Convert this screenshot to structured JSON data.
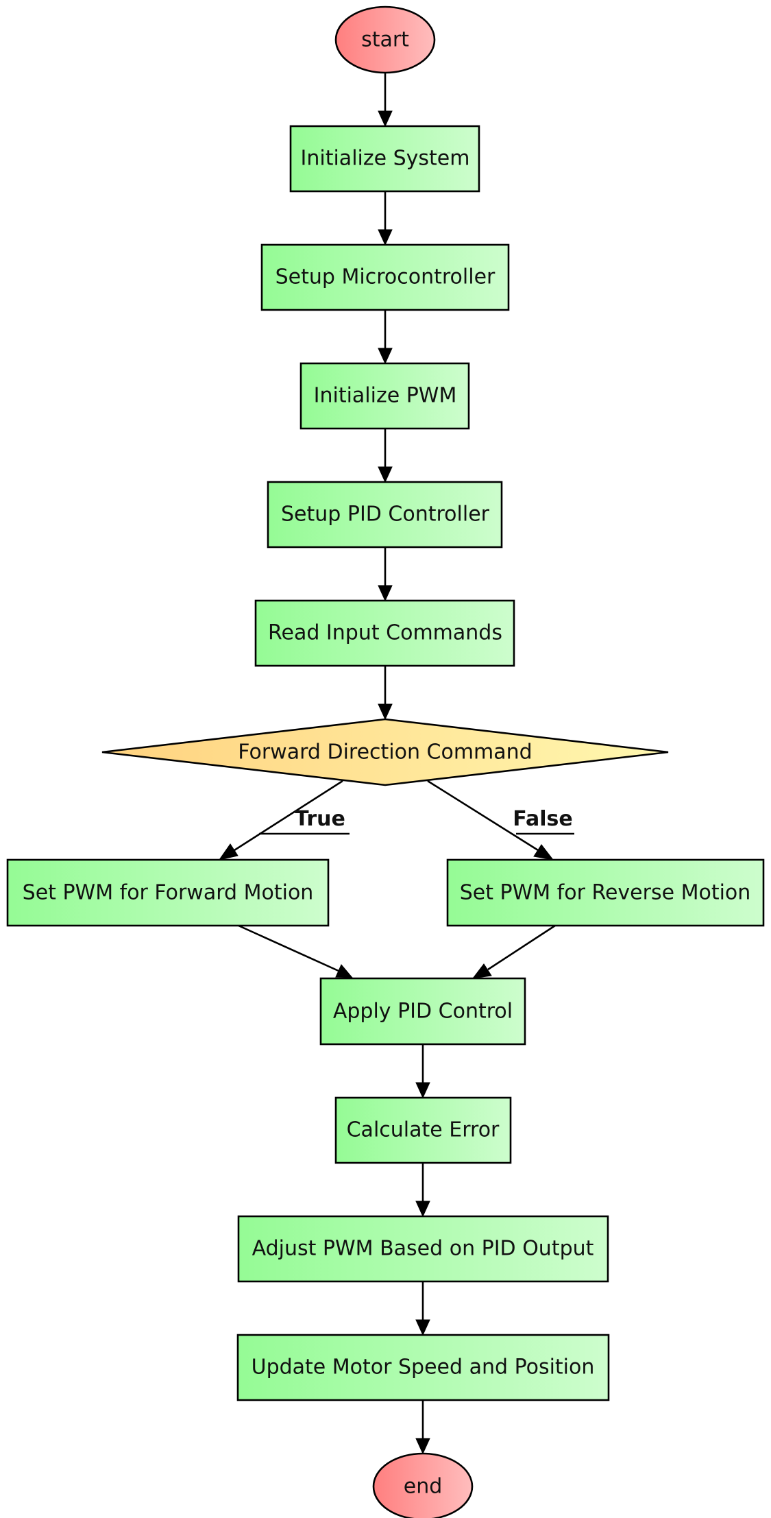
{
  "flowchart": {
    "nodes": {
      "start": "start",
      "init_system": "Initialize System",
      "setup_mcu": "Setup Microcontroller",
      "init_pwm": "Initialize PWM",
      "setup_pid": "Setup PID Controller",
      "read_input": "Read Input Commands",
      "decision": "Forward Direction Command",
      "forward": "Set PWM for Forward Motion",
      "reverse": "Set PWM for Reverse Motion",
      "apply_pid": "Apply PID Control",
      "calc_error": "Calculate Error",
      "adjust_pwm": "Adjust PWM Based on PID Output",
      "update_motor": "Update Motor Speed and Position",
      "end": "end"
    },
    "edge_labels": {
      "true": "True",
      "false": "False"
    },
    "colors": {
      "terminal_fill": "#ff8a8a",
      "process_fill": "#a8f5a8",
      "decision_fill": "#ffe08a",
      "line": "#000000"
    }
  }
}
